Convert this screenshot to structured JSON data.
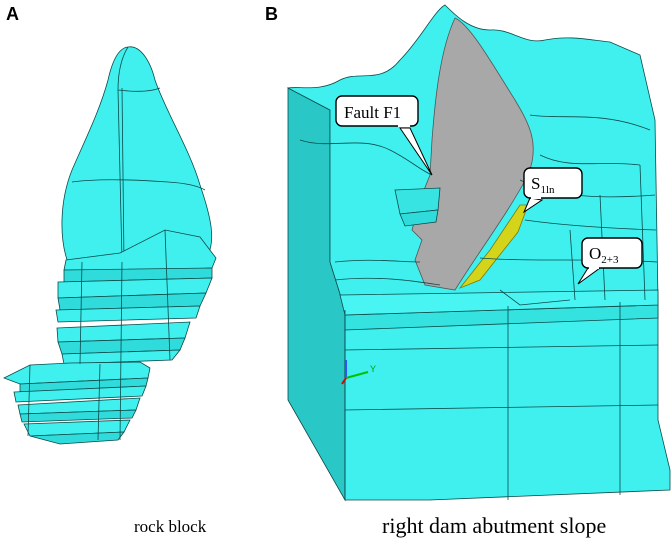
{
  "panels": [
    {
      "label": "A",
      "caption": "rock block"
    },
    {
      "label": "B",
      "caption": "right dam abutment slope"
    }
  ],
  "callouts": {
    "fault": "Fault F1",
    "s1ln": {
      "base": "S",
      "sub": "1ln"
    },
    "o23": {
      "base": "O",
      "sub": "2+3"
    }
  },
  "axis_triad": {
    "y": "Y"
  },
  "colors": {
    "rock_mass": "#3ff0ee",
    "rock_mass_dark": "#22cfcf",
    "fault_plane": "#a8a8a8",
    "weak_layer": "#d4d41a",
    "mesh_lines": "#0c4a4a"
  }
}
